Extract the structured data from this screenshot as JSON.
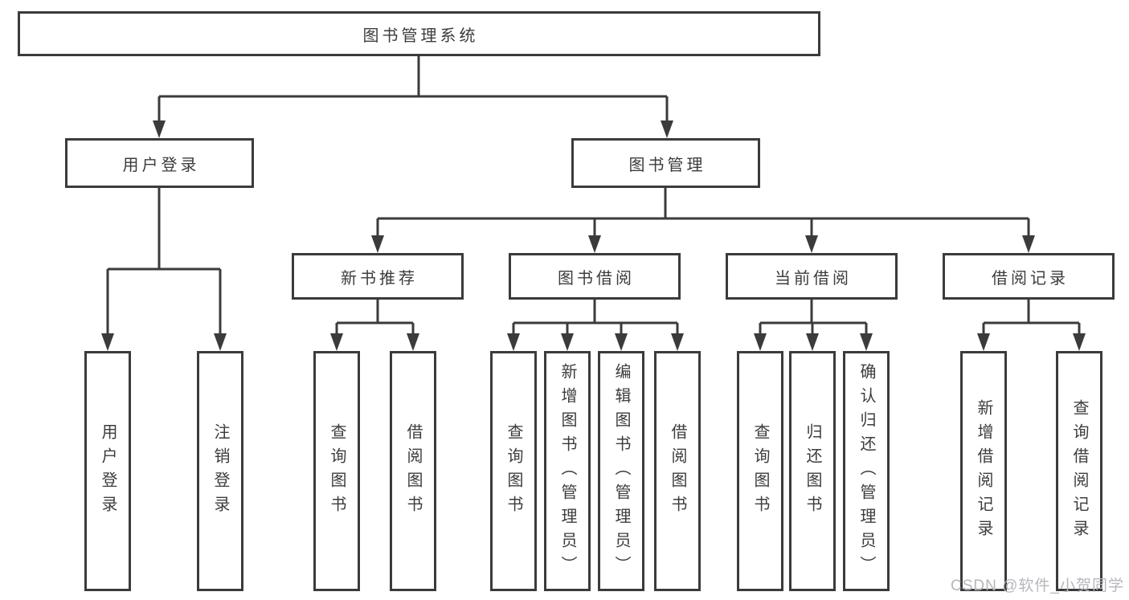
{
  "diagram": {
    "root": {
      "label": "图书管理系统"
    },
    "level2": [
      {
        "label": "用户登录"
      },
      {
        "label": "图书管理"
      }
    ],
    "level3": [
      {
        "label": "新书推荐"
      },
      {
        "label": "图书借阅"
      },
      {
        "label": "当前借阅"
      },
      {
        "label": "借阅记录"
      }
    ],
    "leaves": {
      "user_login": [
        "用户登录",
        "注销登录"
      ],
      "new_books": [
        "查询图书",
        "借阅图书"
      ],
      "book_borrow": [
        "查询图书",
        "新增图书（管理员）",
        "编辑图书（管理员）",
        "借阅图书"
      ],
      "current_borrow": [
        "查询图书",
        "归还图书",
        "确认归还（管理员）"
      ],
      "borrow_records": [
        "新增借阅记录",
        "查询借阅记录"
      ]
    }
  },
  "watermark": {
    "text": "CSDN @软件_小贺同学"
  },
  "colors": {
    "line": "#3b3b3b",
    "text": "#3c3c3c",
    "watermark": "#b6b6bc",
    "background": "#ffffff"
  }
}
